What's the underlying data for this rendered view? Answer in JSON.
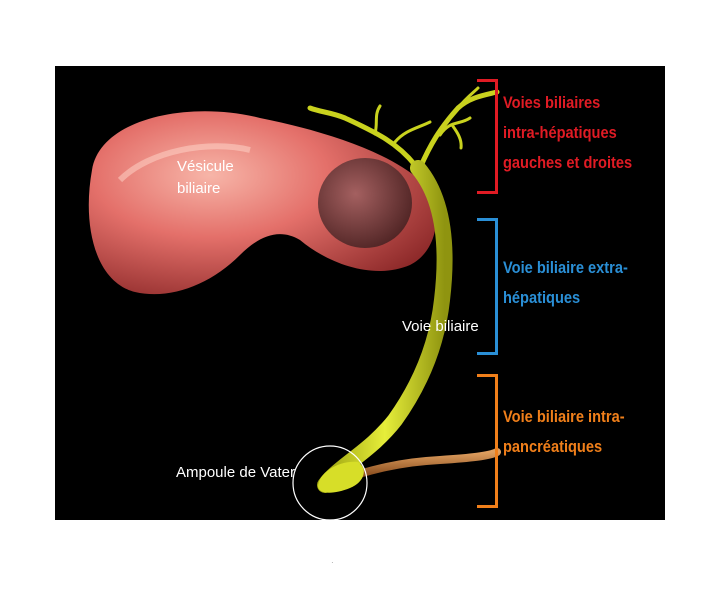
{
  "labels": {
    "gallbladder_line1": "Vésicule",
    "gallbladder_line2": "biliaire",
    "bile_duct": "Voie biliaire",
    "ampulla": "Ampoule de Vater"
  },
  "sections": [
    {
      "lines": [
        "Voies biliaires",
        "intra-hépatiques",
        "gauches et droites"
      ],
      "color": "#e01b24"
    },
    {
      "lines": [
        "Voie biliaire extra-",
        "hépatiques"
      ],
      "color": "#2a8fd6"
    },
    {
      "lines": [
        "Voie biliaire intra-",
        "pancréatiques"
      ],
      "color": "#f07f1a"
    }
  ],
  "colors": {
    "background": "#000000",
    "gallbladder": "#e4706a",
    "duct": "#d6e025",
    "pancreatic_duct": "#c8772f"
  }
}
